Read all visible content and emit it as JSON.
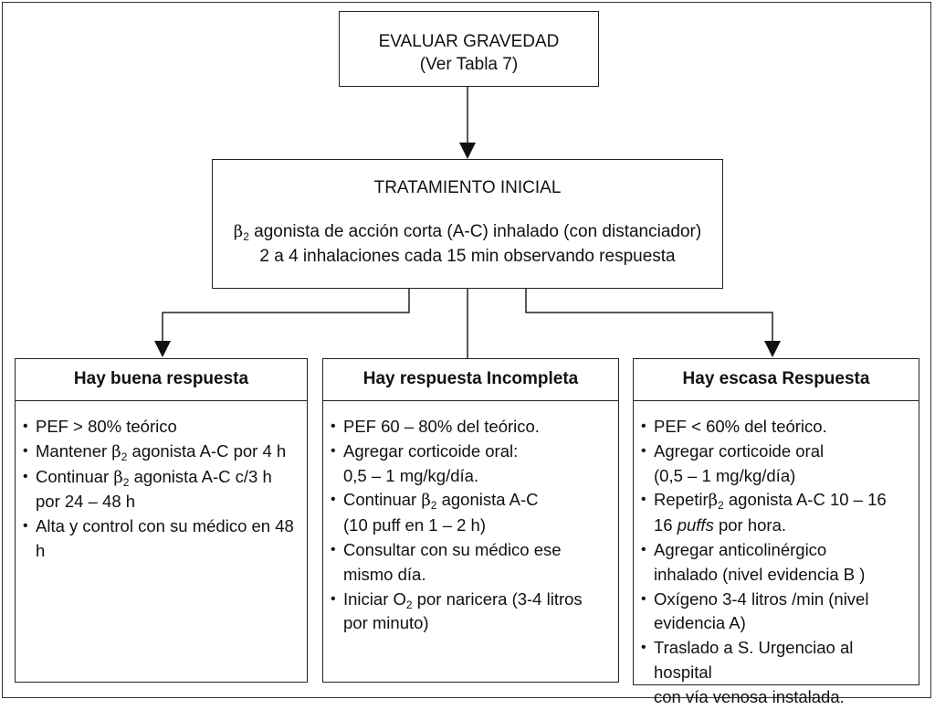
{
  "top_box": {
    "title": "EVALUAR GRAVEDAD",
    "subtitle": "(Ver Tabla 7)"
  },
  "mid_box": {
    "title": "TRATAMIENTO INICIAL",
    "beta": "β",
    "sub": "2",
    "line1_rest": " agonista de acción corta (A-C) inhalado (con distanciador)",
    "line2": "2 a 4 inhalaciones cada 15 min observando respuesta"
  },
  "columns": {
    "left": {
      "header": "Hay buena respuesta",
      "items": {
        "i1": "PEF > 80% teórico",
        "i2_a": "Mantener ",
        "i2_beta": "β",
        "i2_sub": "2",
        "i2_b": " agonista A-C por 4 h",
        "i3_a": "Continuar ",
        "i3_beta": "β",
        "i3_sub": "2",
        "i3_b": " agonista A-C c/3 h",
        "i3_c": "por 24 – 48 h",
        "i4": "Alta y control con su médico en 48 h"
      }
    },
    "mid": {
      "header": "Hay respuesta Incompleta",
      "items": {
        "i1": "PEF 60 – 80% del teórico.",
        "i2_a": "Agregar corticoide oral:",
        "i2_b": "0,5 – 1 mg/kg/día.",
        "i3_a": "Continuar ",
        "i3_beta": "β",
        "i3_sub": "2",
        "i3_b": " agonista A-C",
        "i3_c": "(10 puff en 1 – 2 h)",
        "i4_a": "Consultar con su médico ese",
        "i4_b": "mismo día.",
        "i5_a": "Iniciar O",
        "i5_sub": "2",
        "i5_b": " por naricera (3-4 litros",
        "i5_c": "por minuto)"
      }
    },
    "right": {
      "header": "Hay escasa Respuesta",
      "items": {
        "i1": "PEF < 60% del teórico.",
        "i2_a": "Agregar corticoide oral",
        "i2_b": "(0,5 – 1 mg/kg/día)",
        "i3_a": "Repetir",
        "i3_beta": "β",
        "i3_sub": "2",
        "i3_b": " agonista A-C 10 – 16",
        "i3_c": "16 ",
        "i3_italic": "puffs",
        "i3_d": " por hora.",
        "i4_a": "Agregar anticolinérgico",
        "i4_b": "inhalado (nivel evidencia B )",
        "i5_a": "Oxígeno 3-4 litros /min (nivel",
        "i5_b": "evidencia A)",
        "i6_a": "Traslado a S. Urgenciao al hospital",
        "i6_b": "con vía venosa instalada."
      }
    }
  }
}
